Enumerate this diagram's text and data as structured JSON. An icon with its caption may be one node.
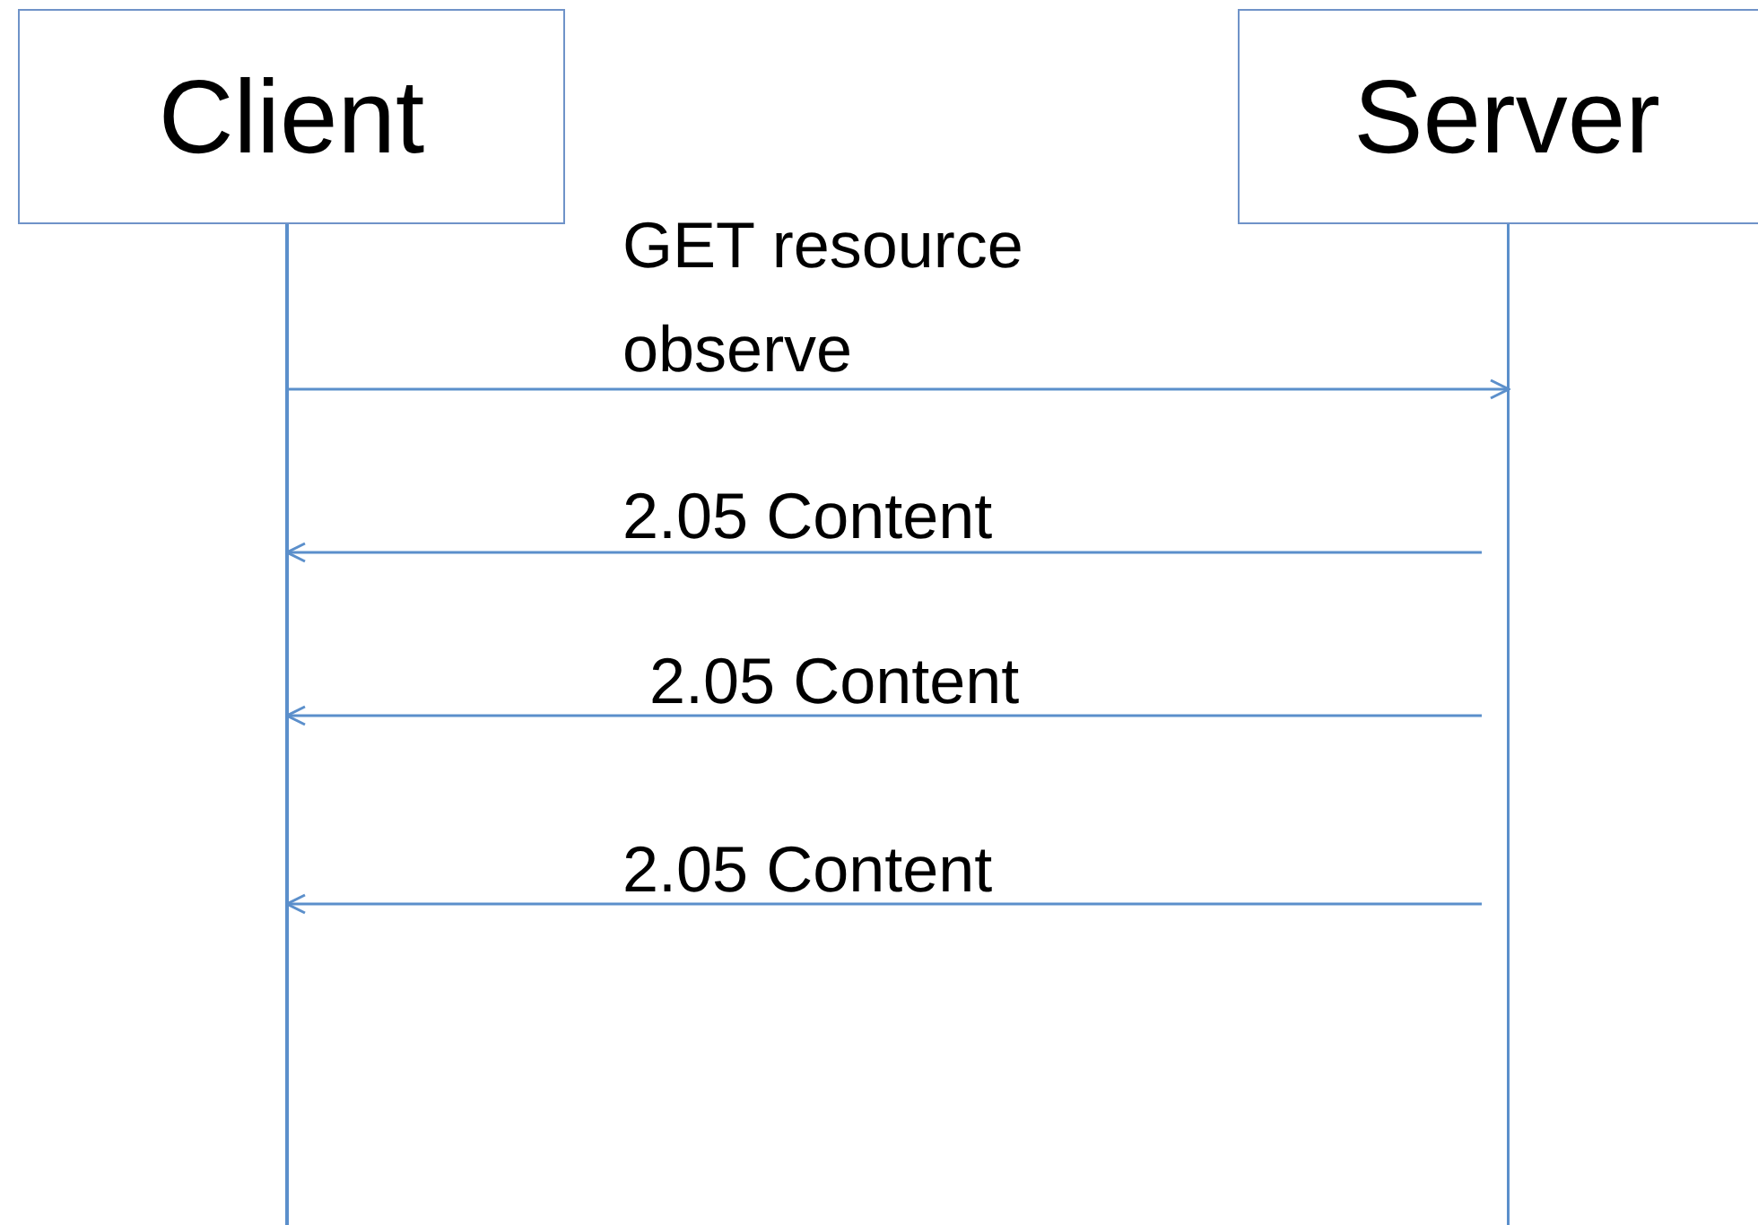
{
  "diagram": {
    "nodes": [
      {
        "text": [
          "Client"
        ]
      },
      {
        "text": [
          "Server"
        ]
      }
    ],
    "edges": [
      {
        "from": 0,
        "to": 1,
        "arrow": "to",
        "label": "GET resource observe"
      },
      {
        "from": 1,
        "to": 0,
        "arrow": "to",
        "label": "2.05 Content"
      },
      {
        "from": 1,
        "to": 0,
        "arrow": "to",
        "label": "2.05 Content"
      },
      {
        "from": 1,
        "to": 0,
        "arrow": "to",
        "label": "2.05 Content"
      }
    ]
  }
}
